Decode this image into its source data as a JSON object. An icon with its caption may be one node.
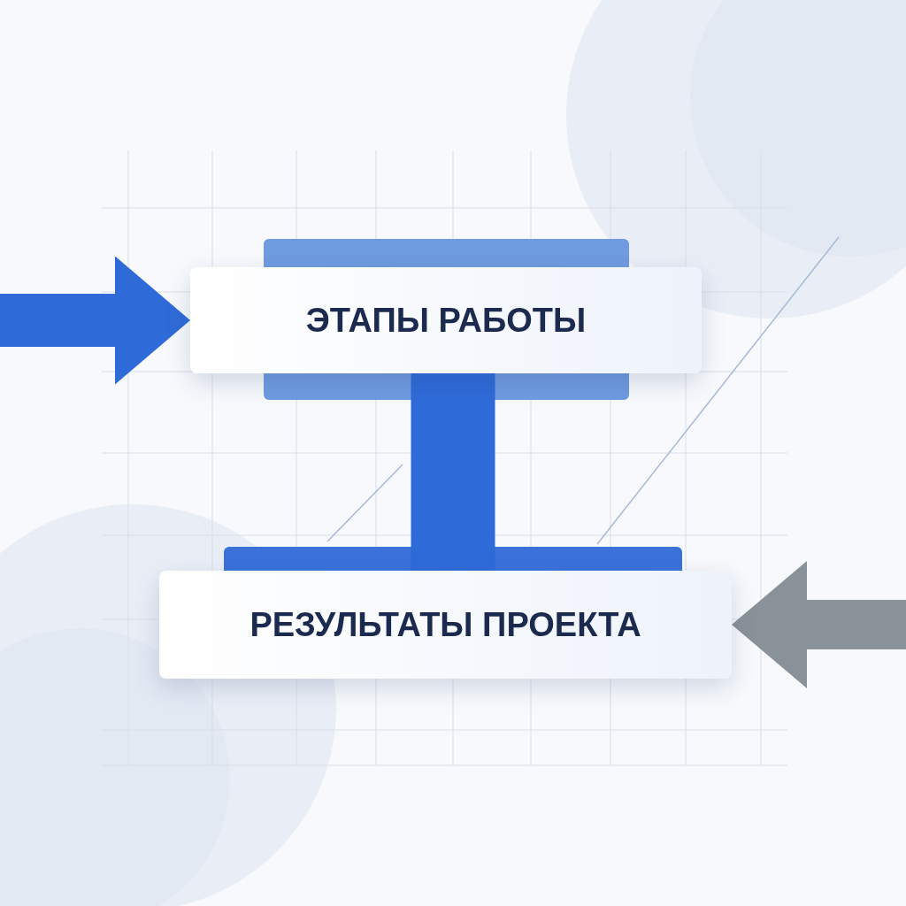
{
  "diagram": {
    "nodes": [
      {
        "text": [
          "ЭТАПЫ РАБОТЫ"
        ]
      },
      {
        "text": [
          "РЕЗУЛЬТАТЫ ПРОЕКТА"
        ]
      }
    ],
    "edges": [
      {
        "from": null,
        "to": 0,
        "arrow": "to"
      },
      {
        "from": null,
        "to": 1,
        "arrow": "to",
        "color": "#8a9299"
      },
      {
        "from": 0,
        "to": 1,
        "arrow": "none"
      }
    ]
  }
}
